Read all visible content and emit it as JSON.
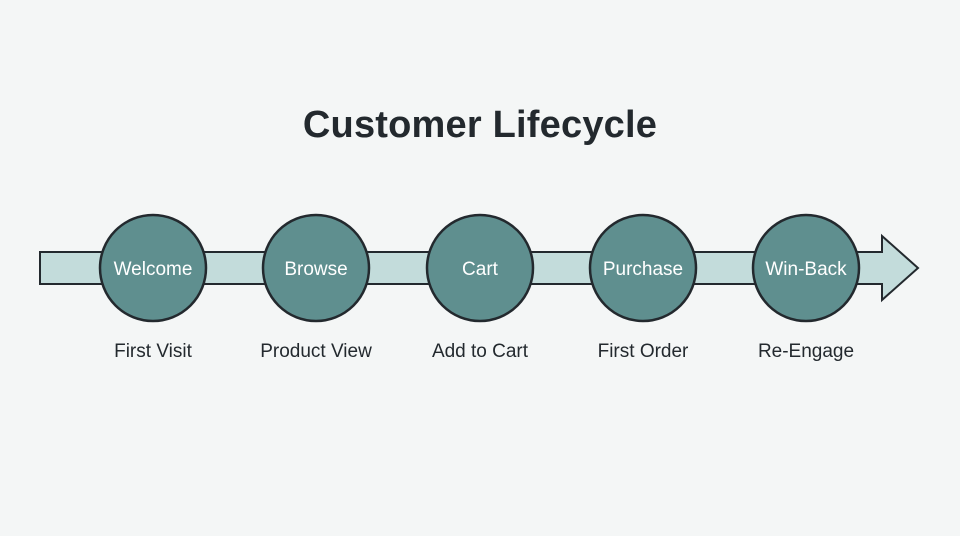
{
  "title": "Customer Lifecycle",
  "colors": {
    "background": "#f4f6f6",
    "arrow_fill": "#c3dcdb",
    "node_fill": "#5f8f8f",
    "outline": "#23292e",
    "text_dark": "#23292e",
    "text_light": "#ffffff"
  },
  "stages": [
    {
      "label": "Welcome",
      "caption": "First Visit"
    },
    {
      "label": "Browse",
      "caption": "Product View"
    },
    {
      "label": "Cart",
      "caption": "Add to Cart"
    },
    {
      "label": "Purchase",
      "caption": "First Order"
    },
    {
      "label": "Win-Back",
      "caption": "Re-Engage"
    }
  ]
}
